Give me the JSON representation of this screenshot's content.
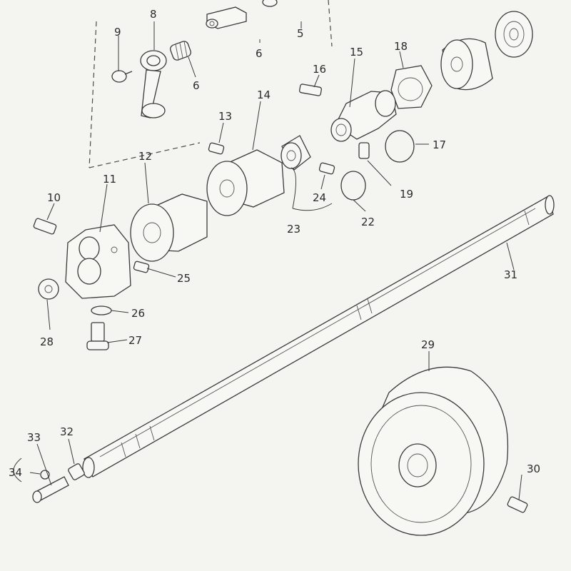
{
  "parts": [
    {
      "id": "p1",
      "label": "5"
    },
    {
      "id": "p2",
      "label": "6"
    },
    {
      "id": "p3",
      "label": "6"
    },
    {
      "id": "p4",
      "label": "8"
    },
    {
      "id": "p5",
      "label": "9"
    },
    {
      "id": "p6",
      "label": "10"
    },
    {
      "id": "p7",
      "label": "11"
    },
    {
      "id": "p8",
      "label": "12"
    },
    {
      "id": "p9",
      "label": "13"
    },
    {
      "id": "p10",
      "label": "14"
    },
    {
      "id": "p11",
      "label": "15"
    },
    {
      "id": "p12",
      "label": "16"
    },
    {
      "id": "p13",
      "label": "17"
    },
    {
      "id": "p14",
      "label": "18"
    },
    {
      "id": "p15",
      "label": "19"
    },
    {
      "id": "p16",
      "label": "22"
    },
    {
      "id": "p17",
      "label": "23"
    },
    {
      "id": "p18",
      "label": "24"
    },
    {
      "id": "p19",
      "label": "25"
    },
    {
      "id": "p20",
      "label": "26"
    },
    {
      "id": "p21",
      "label": "27"
    },
    {
      "id": "p22",
      "label": "28"
    },
    {
      "id": "p23",
      "label": "29"
    },
    {
      "id": "p24",
      "label": "30"
    },
    {
      "id": "p25",
      "label": "31"
    },
    {
      "id": "p26",
      "label": "32"
    },
    {
      "id": "p27",
      "label": "33"
    },
    {
      "id": "p28",
      "label": "34"
    }
  ]
}
